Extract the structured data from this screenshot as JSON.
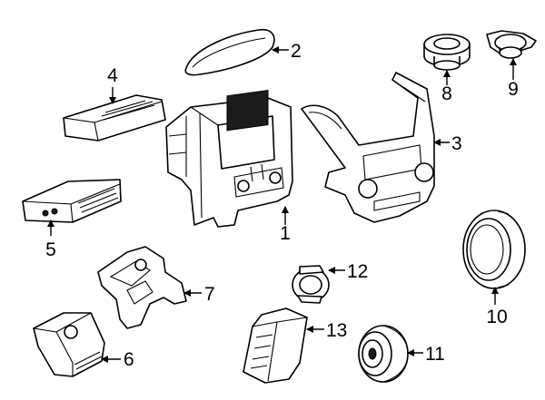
{
  "diagram": {
    "colors": {
      "line": "#000000",
      "background": "#ffffff",
      "fill_dark": "#1c1c1c"
    },
    "callouts": [
      {
        "id": "1",
        "label": "1"
      },
      {
        "id": "2",
        "label": "2"
      },
      {
        "id": "3",
        "label": "3"
      },
      {
        "id": "4",
        "label": "4"
      },
      {
        "id": "5",
        "label": "5"
      },
      {
        "id": "6",
        "label": "6"
      },
      {
        "id": "7",
        "label": "7"
      },
      {
        "id": "8",
        "label": "8"
      },
      {
        "id": "9",
        "label": "9"
      },
      {
        "id": "10",
        "label": "10"
      },
      {
        "id": "11",
        "label": "11"
      },
      {
        "id": "12",
        "label": "12"
      },
      {
        "id": "13",
        "label": "13"
      }
    ]
  }
}
